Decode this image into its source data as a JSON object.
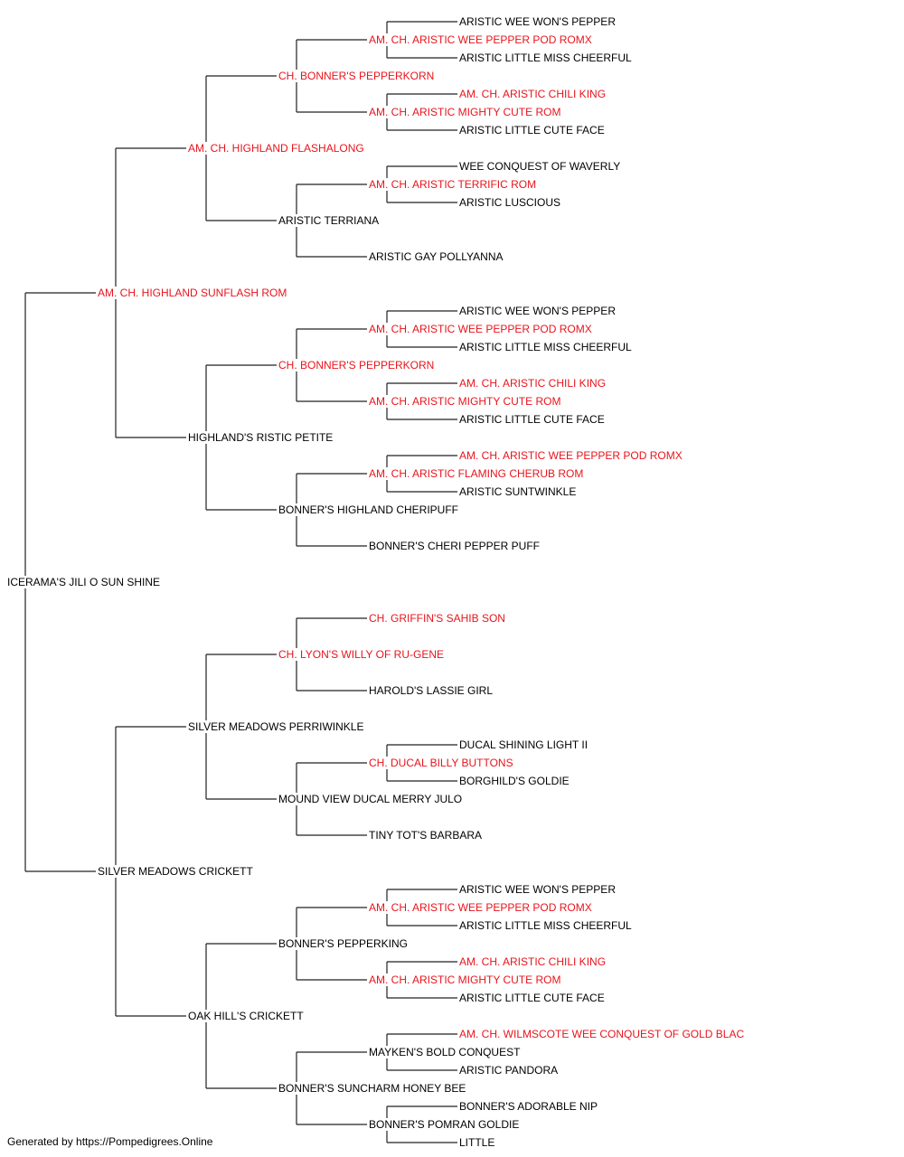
{
  "colors": {
    "champion": "#e8141c",
    "normal": "#000000",
    "line": "#222222"
  },
  "footer": "Generated by https://Pompedigrees.Online",
  "pedigree": {
    "name": "ICERAMA'S JILI O SUN SHINE",
    "ch": false,
    "sire": {
      "name": "AM. CH. HIGHLAND SUNFLASH ROM",
      "ch": true,
      "sire": {
        "name": "AM. CH. HIGHLAND FLASHALONG",
        "ch": true,
        "sire": {
          "name": "CH. BONNER'S PEPPERKORN",
          "ch": true,
          "sire": {
            "name": "AM. CH. ARISTIC WEE PEPPER POD ROMX",
            "ch": true,
            "sire": {
              "name": "ARISTIC WEE WON'S PEPPER",
              "ch": false
            },
            "dam": {
              "name": "ARISTIC LITTLE MISS CHEERFUL",
              "ch": false
            }
          },
          "dam": {
            "name": "AM. CH. ARISTIC MIGHTY CUTE ROM",
            "ch": true,
            "sire": {
              "name": "AM. CH. ARISTIC CHILI KING",
              "ch": true
            },
            "dam": {
              "name": "ARISTIC LITTLE CUTE FACE",
              "ch": false
            }
          }
        },
        "dam": {
          "name": "ARISTIC TERRIANA",
          "ch": false,
          "sire": {
            "name": "AM. CH. ARISTIC TERRIFIC ROM",
            "ch": true,
            "sire": {
              "name": "WEE CONQUEST OF WAVERLY",
              "ch": false
            },
            "dam": {
              "name": "ARISTIC LUSCIOUS",
              "ch": false
            }
          },
          "dam": {
            "name": "ARISTIC GAY POLLYANNA",
            "ch": false
          }
        }
      },
      "dam": {
        "name": "HIGHLAND'S RISTIC PETITE",
        "ch": false,
        "sire": {
          "name": "CH. BONNER'S PEPPERKORN",
          "ch": true,
          "sire": {
            "name": "AM. CH. ARISTIC WEE PEPPER POD ROMX",
            "ch": true,
            "sire": {
              "name": "ARISTIC WEE WON'S PEPPER",
              "ch": false
            },
            "dam": {
              "name": "ARISTIC LITTLE MISS CHEERFUL",
              "ch": false
            }
          },
          "dam": {
            "name": "AM. CH. ARISTIC MIGHTY CUTE ROM",
            "ch": true,
            "sire": {
              "name": "AM. CH. ARISTIC CHILI KING",
              "ch": true
            },
            "dam": {
              "name": "ARISTIC LITTLE CUTE FACE",
              "ch": false
            }
          }
        },
        "dam": {
          "name": "BONNER'S HIGHLAND CHERIPUFF",
          "ch": false,
          "sire": {
            "name": "AM. CH. ARISTIC FLAMING CHERUB ROM",
            "ch": true,
            "sire": {
              "name": "AM. CH. ARISTIC WEE PEPPER POD ROMX",
              "ch": true
            },
            "dam": {
              "name": "ARISTIC SUNTWINKLE",
              "ch": false
            }
          },
          "dam": {
            "name": "BONNER'S CHERI PEPPER PUFF",
            "ch": false
          }
        }
      }
    },
    "dam": {
      "name": "SILVER MEADOWS CRICKETT",
      "ch": false,
      "sire": {
        "name": "SILVER MEADOWS PERRIWINKLE",
        "ch": false,
        "sire": {
          "name": "CH. LYON'S WILLY OF RU-GENE",
          "ch": true,
          "sire": {
            "name": "CH. GRIFFIN'S SAHIB SON",
            "ch": true
          },
          "dam": {
            "name": "HAROLD'S LASSIE GIRL",
            "ch": false
          }
        },
        "dam": {
          "name": "MOUND VIEW DUCAL MERRY JULO",
          "ch": false,
          "sire": {
            "name": "CH. DUCAL BILLY BUTTONS",
            "ch": true,
            "sire": {
              "name": "DUCAL SHINING LIGHT II",
              "ch": false
            },
            "dam": {
              "name": "BORGHILD'S GOLDIE",
              "ch": false
            }
          },
          "dam": {
            "name": "TINY TOT'S BARBARA",
            "ch": false
          }
        }
      },
      "dam": {
        "name": "OAK HILL'S CRICKETT",
        "ch": false,
        "sire": {
          "name": "BONNER'S PEPPERKING",
          "ch": false,
          "sire": {
            "name": "AM. CH. ARISTIC WEE PEPPER POD ROMX",
            "ch": true,
            "sire": {
              "name": "ARISTIC WEE WON'S PEPPER",
              "ch": false
            },
            "dam": {
              "name": "ARISTIC LITTLE MISS CHEERFUL",
              "ch": false
            }
          },
          "dam": {
            "name": "AM. CH. ARISTIC MIGHTY CUTE ROM",
            "ch": true,
            "sire": {
              "name": "AM. CH. ARISTIC CHILI KING",
              "ch": true
            },
            "dam": {
              "name": "ARISTIC LITTLE CUTE FACE",
              "ch": false
            }
          }
        },
        "dam": {
          "name": "BONNER'S SUNCHARM HONEY BEE",
          "ch": false,
          "sire": {
            "name": "MAYKEN'S BOLD CONQUEST",
            "ch": false,
            "sire": {
              "name": "AM. CH. WILMSCOTE WEE CONQUEST OF GOLD BLAC",
              "ch": true
            },
            "dam": {
              "name": "ARISTIC PANDORA",
              "ch": false
            }
          },
          "dam": {
            "name": "BONNER'S POMRAN GOLDIE",
            "ch": false,
            "sire": {
              "name": "BONNER'S ADORABLE NIP",
              "ch": false
            },
            "dam": {
              "name": "LITTLE",
              "ch": false
            }
          }
        }
      }
    }
  }
}
